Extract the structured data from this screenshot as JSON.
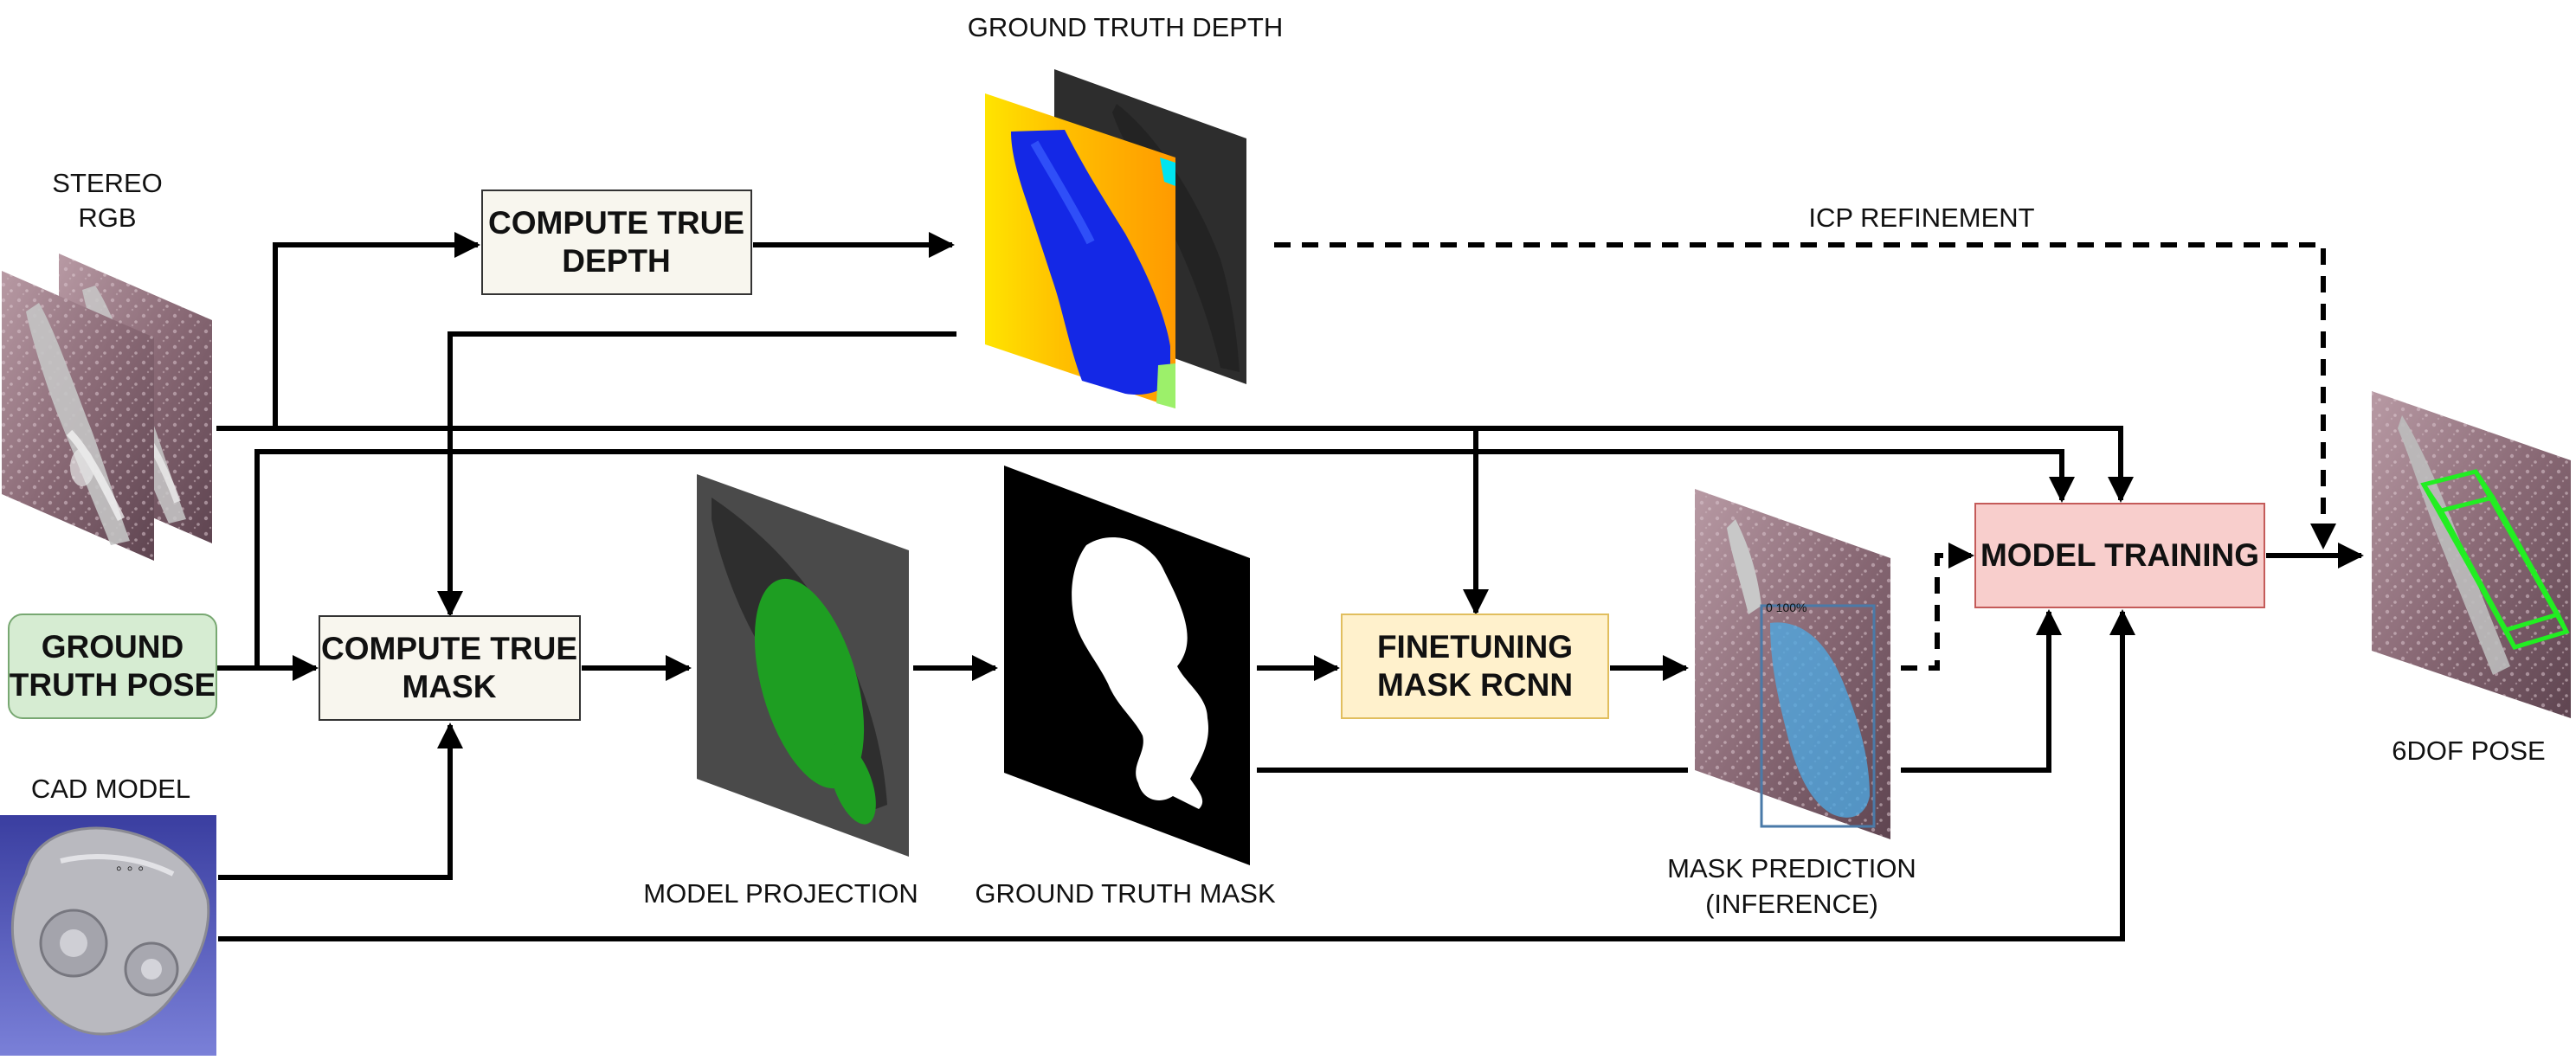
{
  "labels": {
    "stereo_rgb_1": "STEREO",
    "stereo_rgb_2": "RGB",
    "cad_model": "CAD MODEL",
    "ground_truth_depth": "GROUND TRUTH DEPTH",
    "icp_refinement": "ICP REFINEMENT",
    "model_projection": "MODEL PROJECTION",
    "ground_truth_mask": "GROUND TRUTH MASK",
    "mask_prediction_1": "MASK PREDICTION",
    "mask_prediction_2": "(INFERENCE)",
    "pose_6dof": "6DOF POSE",
    "overlay_score": "0 100%"
  },
  "boxes": {
    "compute_true_depth": [
      "COMPUTE TRUE",
      "DEPTH"
    ],
    "ground_truth_pose": [
      "GROUND",
      "TRUTH POSE"
    ],
    "compute_true_mask": [
      "COMPUTE TRUE",
      "MASK"
    ],
    "finetuning_mask_rcnn": [
      "FINETUNING",
      "MASK RCNN"
    ],
    "model_training": [
      "MODEL TRAINING"
    ]
  },
  "colors": {
    "box_neutral_fill": "#f8f6ee",
    "box_green_fill": "#d6ecd2",
    "box_green_stroke": "#78a872",
    "box_yellow_fill": "#fff1cc",
    "box_yellow_stroke": "#e1be5e",
    "box_red_fill": "#f8cecc",
    "box_red_stroke": "#c45b59",
    "projection_green": "#1e9e22",
    "depth_yellow": "#ffd500",
    "depth_orange": "#ffa000",
    "depth_blue": "#1428e6",
    "bbox_green": "#22ee22"
  }
}
